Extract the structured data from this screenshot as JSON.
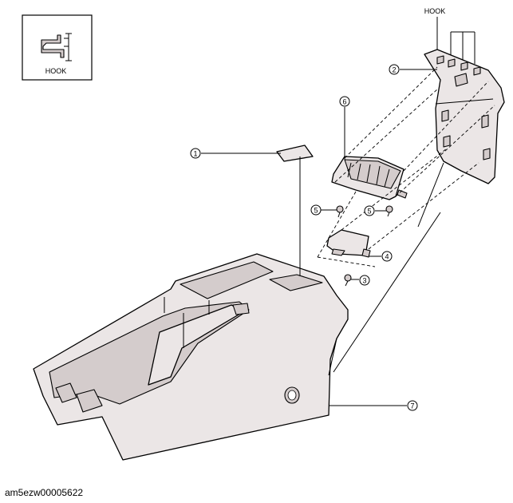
{
  "inset": {
    "label": "HOOK"
  },
  "hook_label": "HOOK",
  "callouts": [
    "1",
    "2",
    "3",
    "4",
    "5",
    "5",
    "6",
    "7"
  ],
  "footer_code": "am5ezw00005622",
  "colors": {
    "part_fill": "#ebe6e6",
    "part_shade": "#d4cccc",
    "line": "#000000"
  }
}
